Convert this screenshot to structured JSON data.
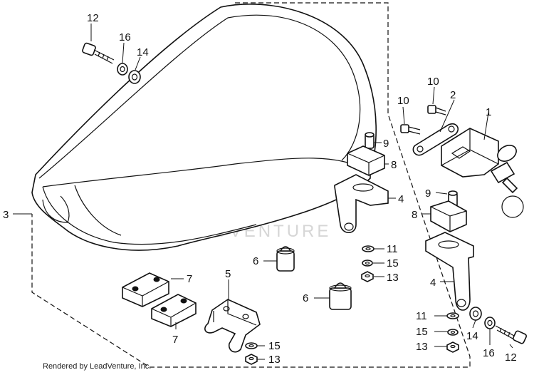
{
  "footer": {
    "text": "Rendered by LeadVenture, Inc."
  },
  "watermark": {
    "text": "LEADVENTURE"
  },
  "callouts": {
    "c1": "1",
    "c2": "2",
    "c3": "3",
    "c4a": "4",
    "c4b": "4",
    "c5": "5",
    "c6a": "6",
    "c6b": "6",
    "c7a": "7",
    "c7b": "7",
    "c8a": "8",
    "c8b": "8",
    "c9a": "9",
    "c9b": "9",
    "c10a": "10",
    "c10b": "10",
    "c11a": "11",
    "c11b": "11",
    "c12a": "12",
    "c12b": "12",
    "c13a": "13",
    "c13b": "13",
    "c13c": "13",
    "c14a": "14",
    "c14b": "14",
    "c15a": "15",
    "c15b": "15",
    "c15c": "15",
    "c16a": "16",
    "c16b": "16"
  },
  "icons": [
    "flame-v-logo-icon"
  ]
}
